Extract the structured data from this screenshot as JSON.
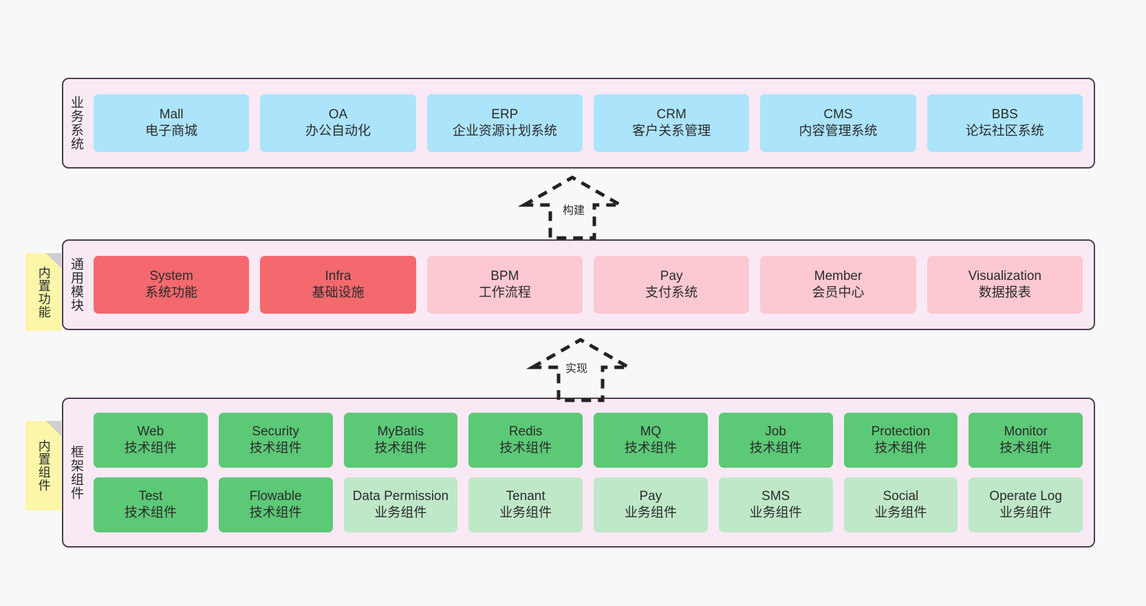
{
  "diagram": {
    "title_note_common": "内置功能",
    "title_note_framework": "内置组件",
    "arrows": [
      {
        "label": "构建",
        "name": "build-arrow"
      },
      {
        "label": "实现",
        "name": "implement-arrow"
      }
    ],
    "colors": {
      "canvas_bg": "#f8f8f8",
      "layer_bg": "#f8e9f4",
      "layer_border": "#4a404a",
      "card_blue": "#ace4fb",
      "card_red": "#f3696e",
      "card_pink": "#fcc8d2",
      "card_green": "#5cc977",
      "card_green_light": "#bfe8c8",
      "note_yellow": "#fbf6a8",
      "note_fold": "#cfcfcf"
    }
  },
  "layers": [
    {
      "id": "business",
      "title": "业务系统",
      "cards": [
        {
          "en": "Mall",
          "cn": "电子商城",
          "color": "blue"
        },
        {
          "en": "OA",
          "cn": "办公自动化",
          "color": "blue"
        },
        {
          "en": "ERP",
          "cn": "企业资源计划系统",
          "color": "blue"
        },
        {
          "en": "CRM",
          "cn": "客户关系管理",
          "color": "blue"
        },
        {
          "en": "CMS",
          "cn": "内容管理系统",
          "color": "blue"
        },
        {
          "en": "BBS",
          "cn": "论坛社区系统",
          "color": "blue"
        }
      ]
    },
    {
      "id": "common",
      "title": "通用模块",
      "cards": [
        {
          "en": "System",
          "cn": "系统功能",
          "color": "red"
        },
        {
          "en": "Infra",
          "cn": "基础设施",
          "color": "red"
        },
        {
          "en": "BPM",
          "cn": "工作流程",
          "color": "pink"
        },
        {
          "en": "Pay",
          "cn": "支付系统",
          "color": "pink"
        },
        {
          "en": "Member",
          "cn": "会员中心",
          "color": "pink"
        },
        {
          "en": "Visualization",
          "cn": "数据报表",
          "color": "pink"
        }
      ]
    },
    {
      "id": "framework",
      "title": "框架组件",
      "rows": [
        [
          {
            "en": "Web",
            "cn": "技术组件",
            "color": "green"
          },
          {
            "en": "Security",
            "cn": "技术组件",
            "color": "green"
          },
          {
            "en": "MyBatis",
            "cn": "技术组件",
            "color": "green"
          },
          {
            "en": "Redis",
            "cn": "技术组件",
            "color": "green"
          },
          {
            "en": "MQ",
            "cn": "技术组件",
            "color": "green"
          },
          {
            "en": "Job",
            "cn": "技术组件",
            "color": "green"
          },
          {
            "en": "Protection",
            "cn": "技术组件",
            "color": "green"
          },
          {
            "en": "Monitor",
            "cn": "技术组件",
            "color": "green"
          }
        ],
        [
          {
            "en": "Test",
            "cn": "技术组件",
            "color": "green"
          },
          {
            "en": "Flowable",
            "cn": "技术组件",
            "color": "green"
          },
          {
            "en": "Data Permission",
            "cn": "业务组件",
            "color": "green-light"
          },
          {
            "en": "Tenant",
            "cn": "业务组件",
            "color": "green-light"
          },
          {
            "en": "Pay",
            "cn": "业务组件",
            "color": "green-light"
          },
          {
            "en": "SMS",
            "cn": "业务组件",
            "color": "green-light"
          },
          {
            "en": "Social",
            "cn": "业务组件",
            "color": "green-light"
          },
          {
            "en": "Operate Log",
            "cn": "业务组件",
            "color": "green-light"
          }
        ]
      ]
    }
  ]
}
